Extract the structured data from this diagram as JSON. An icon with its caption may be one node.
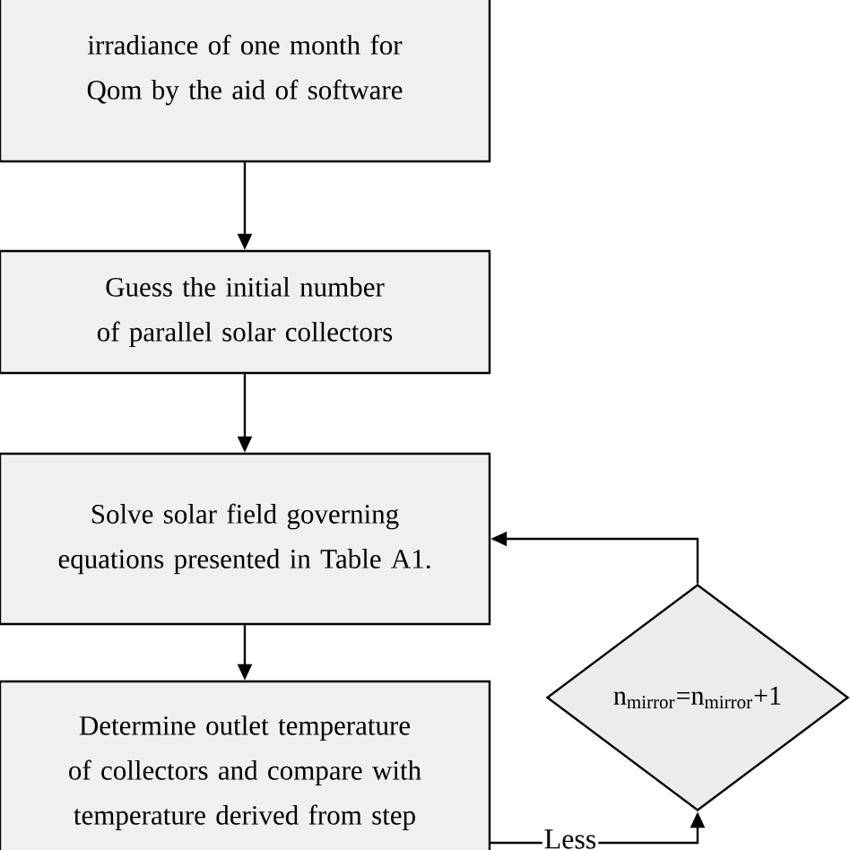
{
  "diagram": {
    "nodes": [
      {
        "text": [
          "irradiance of one month for Qom by the aid of software"
        ]
      },
      {
        "text": [
          "Guess the initial number of parallel solar collectors"
        ]
      },
      {
        "text": [
          "Solve solar field governing equations presented in Table A1."
        ]
      },
      {
        "text": [
          "Determine outlet temperature of collectors and compare with temperature derived from step"
        ]
      },
      {
        "text": [
          "n$_{mirror}$=n$_{mirror}$+1"
        ]
      }
    ],
    "edges": [
      {
        "from": 0,
        "to": 1,
        "arrow": "to"
      },
      {
        "from": 1,
        "to": 2,
        "arrow": "to"
      },
      {
        "from": 2,
        "to": 3,
        "arrow": "to"
      },
      {
        "from": 3,
        "to": 4,
        "arrow": "to",
        "label": "Less"
      },
      {
        "from": 4,
        "to": 2,
        "arrow": "to"
      }
    ]
  }
}
